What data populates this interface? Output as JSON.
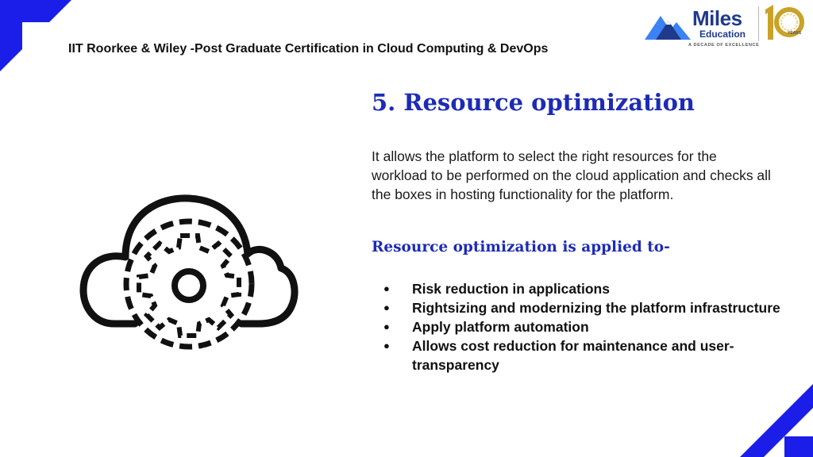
{
  "header": {
    "title": "IIT Roorkee & Wiley -Post Graduate Certification in Cloud Computing & DevOps"
  },
  "logo": {
    "name": "Miles",
    "subname": "Education",
    "anniversary_number": "10",
    "anniversary_unit": "YEARS",
    "tagline": "A DECADE OF EXCELLENCE"
  },
  "slide": {
    "title": "5. Resource optimization",
    "paragraph": "It allows the platform to select the right resources for the workload to be performed on the cloud application and checks all the boxes in hosting functionality for the platform.",
    "subtitle": "Resource optimization is applied to-",
    "bullet_marker": "●",
    "bullets": [
      "Risk reduction in applications",
      "Rightsizing and modernizing  the platform infrastructure",
      "Apply platform automation",
      "Allows cost reduction for maintenance and user-transparency"
    ]
  },
  "colors": {
    "accent": "#1d2bb5",
    "corner": "#1a1ee8",
    "logo_blue": "#1f3a8a",
    "logo_gold": "#c9a227"
  },
  "icons": {
    "main": "cloud-gear-icon"
  }
}
